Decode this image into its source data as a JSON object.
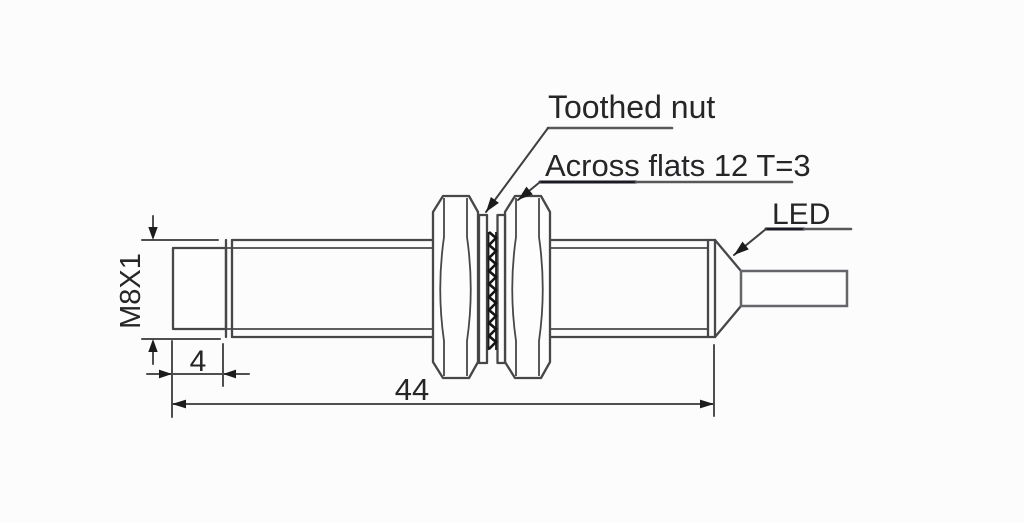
{
  "diagram": {
    "labels": {
      "toothed_nut": "Toothed nut",
      "across_flats": "Across flats 12 T=3",
      "led": "LED",
      "thread_size": "M8X1",
      "front_length": "4",
      "overall_length": "44"
    },
    "colors": {
      "background": "#fcfcfc",
      "line": "#47474a",
      "dim": "#4f4f52",
      "dark": "#1a1a24",
      "text": "#262629"
    }
  }
}
